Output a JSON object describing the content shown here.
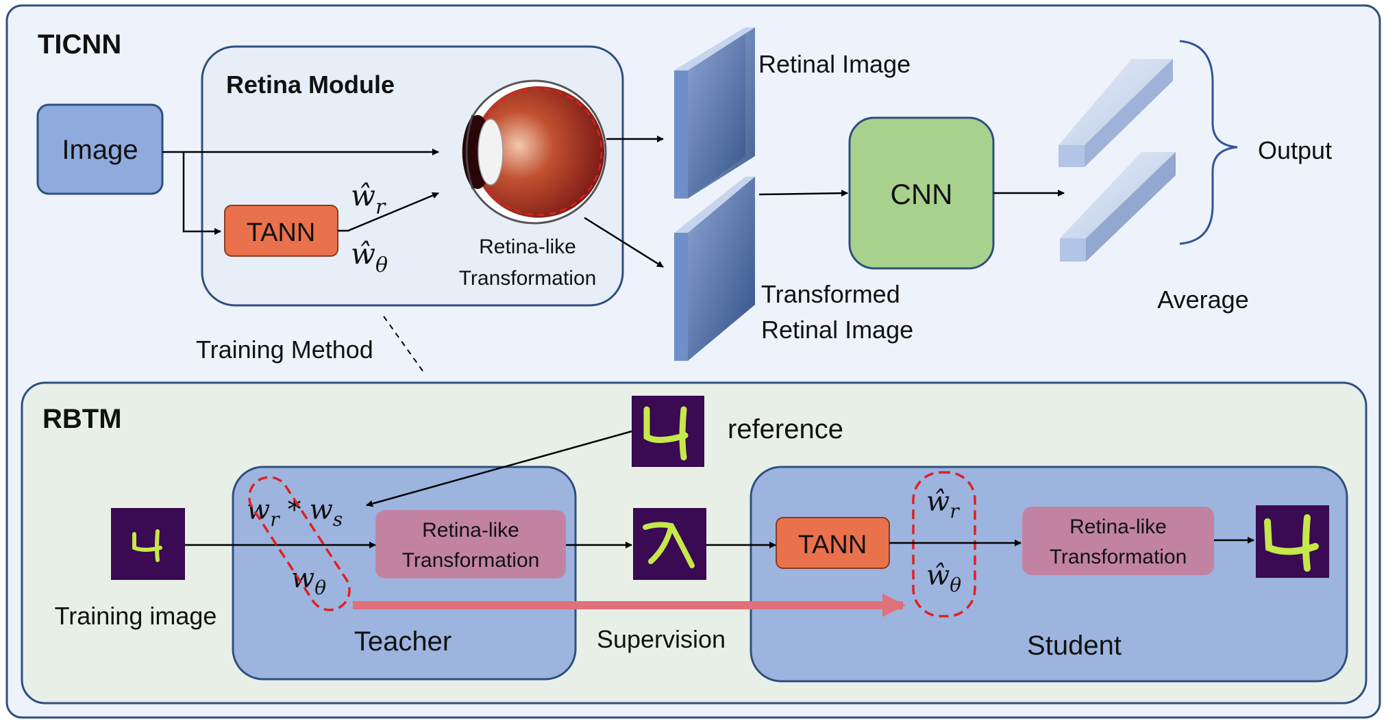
{
  "ticnn": {
    "title": "TICNN",
    "image_label": "Image",
    "retina_module_title": "Retina Module",
    "tann_label": "TANN",
    "w_r": "ŵ",
    "w_r_sub": "r",
    "w_theta": "ŵ",
    "w_theta_sub": "θ",
    "retina_like_line1": "Retina-like",
    "retina_like_line2": "Transformation",
    "retinal_image": "Retinal Image",
    "transformed_line1": "Transformed",
    "transformed_line2": "Retinal Image",
    "cnn_label": "CNN",
    "output_label": "Output",
    "average_label": "Average",
    "training_method": "Training Method"
  },
  "rbtm": {
    "title": "RBTM",
    "reference_label": "reference",
    "training_image_label": "Training image",
    "teacher_label": "Teacher",
    "supervision_label": "Supervision",
    "student_label": "Student",
    "teacher_formula_wr": "w",
    "teacher_formula_wr_sub": "r",
    "teacher_formula_op": "*",
    "teacher_formula_ws": "w",
    "teacher_formula_ws_sub": "s",
    "teacher_formula_wtheta": "w",
    "teacher_formula_wtheta_sub": "θ",
    "teacher_transform_line1": "Retina-like",
    "teacher_transform_line2": "Transformation",
    "tann_label": "TANN",
    "student_wr": "ŵ",
    "student_wr_sub": "r",
    "student_wtheta": "ŵ",
    "student_wtheta_sub": "θ",
    "student_transform_line1": "Retina-like",
    "student_transform_line2": "Transformation"
  },
  "colors": {
    "outer_bg": "#eef2fa",
    "outer_border": "#2f4f7f",
    "rbtm_bg": "#e8efe6",
    "blue_box": "#8faadc",
    "orange_box": "#e9714c",
    "green_box": "#a9d18e",
    "pink_box": "#c283a2",
    "teacher_student_bg": "#9db4df",
    "supervision_arrow": "#e0707a",
    "dash_red": "#e02020",
    "digit_bg": "#3a0a52",
    "digit_stroke": "#c6e84a"
  },
  "icons": [
    "eye-cross-section-icon",
    "digit-4-image-icon",
    "feature-map-slab-icon",
    "output-vector-bar-icon",
    "curly-brace-icon"
  ]
}
